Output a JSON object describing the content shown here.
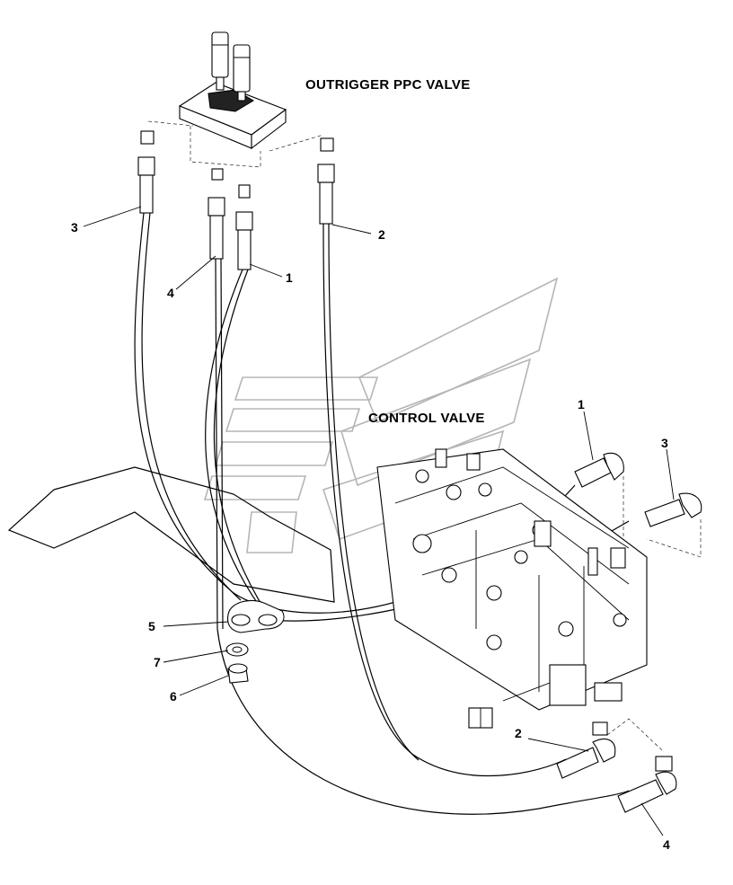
{
  "labels": {
    "outrigger_ppc_valve": "OUTRIGGER PPC VALVE",
    "control_valve": "CONTROL VALVE"
  },
  "callouts": {
    "hose_3_top": "3",
    "hose_2_top": "2",
    "hose_4_top": "4",
    "hose_1_top": "1",
    "hose_1_cv": "1",
    "hose_3_cv": "3",
    "clamp_5": "5",
    "washer_7": "7",
    "nut_6": "6",
    "hose_2_cv": "2",
    "hose_4_cv": "4"
  }
}
